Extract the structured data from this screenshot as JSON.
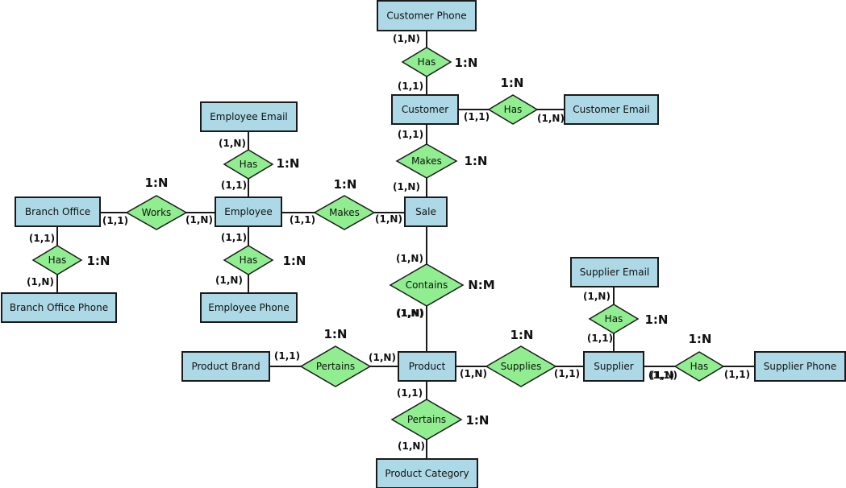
{
  "entities": [
    {
      "id": "customer_phone",
      "label": "Customer Phone"
    },
    {
      "id": "customer",
      "label": "Customer"
    },
    {
      "id": "customer_email",
      "label": "Customer Email"
    },
    {
      "id": "employee_email",
      "label": "Employee Email"
    },
    {
      "id": "branch_office",
      "label": "Branch Office"
    },
    {
      "id": "employee",
      "label": "Employee"
    },
    {
      "id": "sale",
      "label": "Sale"
    },
    {
      "id": "branch_office_phone",
      "label": "Branch Office Phone"
    },
    {
      "id": "employee_phone",
      "label": "Employee Phone"
    },
    {
      "id": "supplier_email",
      "label": "Supplier Email"
    },
    {
      "id": "product_brand",
      "label": "Product Brand"
    },
    {
      "id": "product",
      "label": "Product"
    },
    {
      "id": "supplier",
      "label": "Supplier"
    },
    {
      "id": "supplier_phone",
      "label": "Supplier Phone"
    },
    {
      "id": "product_category",
      "label": "Product Category"
    }
  ],
  "relationships": [
    {
      "id": "has_customer_phone",
      "label": "Has",
      "ratio": "1:N"
    },
    {
      "id": "has_customer_email",
      "label": "Has",
      "ratio": "1:N"
    },
    {
      "id": "customer_makes",
      "label": "Makes",
      "ratio": "1:N"
    },
    {
      "id": "has_employee_email",
      "label": "Has",
      "ratio": "1:N"
    },
    {
      "id": "works",
      "label": "Works",
      "ratio": "1:N"
    },
    {
      "id": "employee_makes",
      "label": "Makes",
      "ratio": "1:N"
    },
    {
      "id": "has_branch_phone",
      "label": "Has",
      "ratio": "1:N"
    },
    {
      "id": "has_employee_phone",
      "label": "Has",
      "ratio": "1:N"
    },
    {
      "id": "contains",
      "label": "Contains",
      "ratio": "N:M"
    },
    {
      "id": "has_supplier_email",
      "label": "Has",
      "ratio": "1:N"
    },
    {
      "id": "pertains_brand",
      "label": "Pertains",
      "ratio": "1:N"
    },
    {
      "id": "supplies",
      "label": "Supplies",
      "ratio": "1:N"
    },
    {
      "id": "has_supplier_phone",
      "label": "Has",
      "ratio": "1:N"
    },
    {
      "id": "pertains_category",
      "label": "Pertains",
      "ratio": "1:N"
    }
  ],
  "cardinalities": [
    "(1,N)",
    "(1,1)",
    "(1,1)",
    "(1,N)",
    "(1,1)",
    "(1,N)",
    "(1,N)",
    "(1,1)",
    "(1,1)",
    "(1,N)",
    "(1,1)",
    "(1,N)",
    "(1,1)",
    "(1,N)",
    "(1,1)",
    "(1,N)",
    "(1,N)",
    "(1,N)",
    "(1,N)",
    "(1,1)",
    "(1,1)",
    "(1,N)",
    "(1,N)",
    "(1,1)",
    "(1,N)",
    "(1,1)",
    "(1,1)",
    "(1,N)",
    "(1,N)",
    "(1,1)"
  ]
}
